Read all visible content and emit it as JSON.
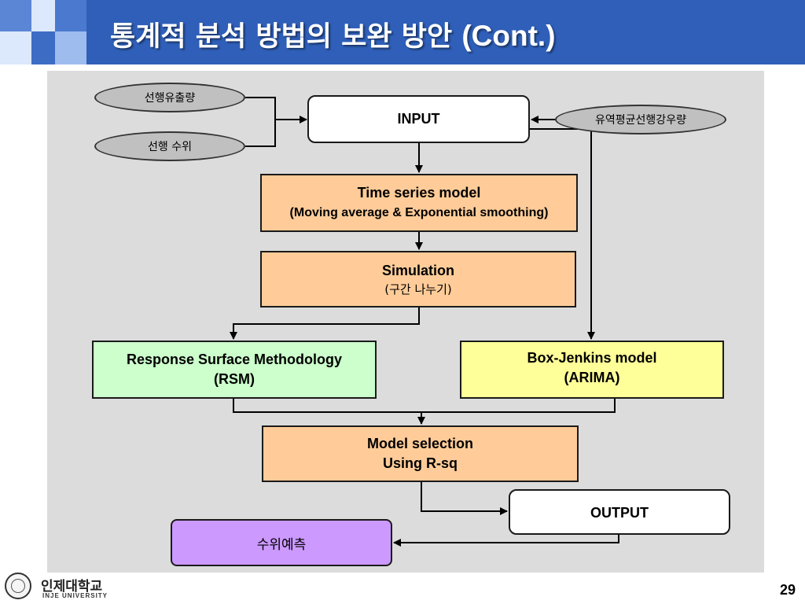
{
  "slide": {
    "title_korean": "통계적 분석 방법의 보완 방안",
    "title_latin": "(Cont.)",
    "page_number": "29"
  },
  "footer": {
    "university_korean": "인제대학교",
    "university_english": "INJE UNIVERSITY"
  },
  "diagram": {
    "input_left_1": "선행유출량",
    "input_left_2": "선행 수위",
    "input_right": "유역평균선행강우량",
    "input_box": "INPUT",
    "time_series_line1": "Time series model",
    "time_series_line2": "(Moving average & Exponential smoothing)",
    "simulation_line1": "Simulation",
    "simulation_line2": "(구간 나누기)",
    "rsm_line1": "Response Surface Methodology",
    "rsm_line2": "(RSM)",
    "boxjenkins_line1": "Box-Jenkins model",
    "boxjenkins_line2": "(ARIMA)",
    "model_selection_line1": "Model selection",
    "model_selection_line2": "Using R-sq",
    "output_box": "OUTPUT",
    "forecast_box": "수위예측"
  },
  "colors": {
    "header": "#2f5fb8",
    "orange_box": "#ffcc99",
    "green_box": "#ccffcc",
    "yellow_box": "#ffff99",
    "purple_box": "#cc99ff",
    "white_box": "#ffffff",
    "ellipse": "#c0c0c0",
    "panel": "#dcdcdc"
  }
}
